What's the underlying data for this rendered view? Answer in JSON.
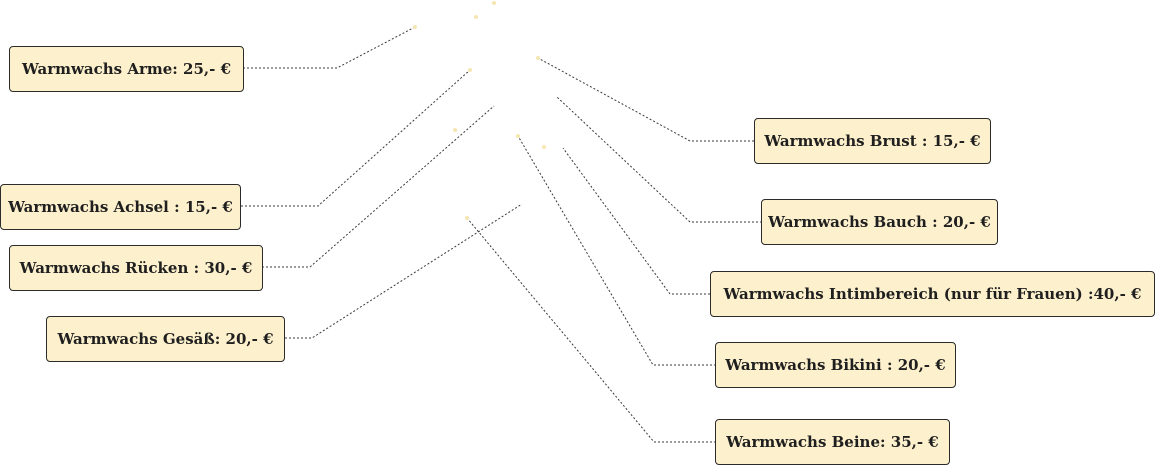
{
  "labels": {
    "arme": "Warmwachs Arme: 25,- €",
    "achsel": "Warmwachs Achsel : 15,- €",
    "ruecken": "Warmwachs Rücken : 30,- €",
    "gesaess": "Warmwachs Gesäß: 20,- €",
    "brust": "Warmwachs Brust : 15,- €",
    "bauch": "Warmwachs Bauch : 20,- €",
    "intim": "Warmwachs Intimbereich (nur für Frauen) :40,- €",
    "bikini": "Warmwachs Bikini : 20,- €",
    "beine": "Warmwachs Beine: 35,- €"
  },
  "colors": {
    "label_fill": "#fdf0cc",
    "label_border": "#2b2b2b",
    "connector": "#3a3a3a",
    "marker_dot": "#f6e7b0"
  }
}
